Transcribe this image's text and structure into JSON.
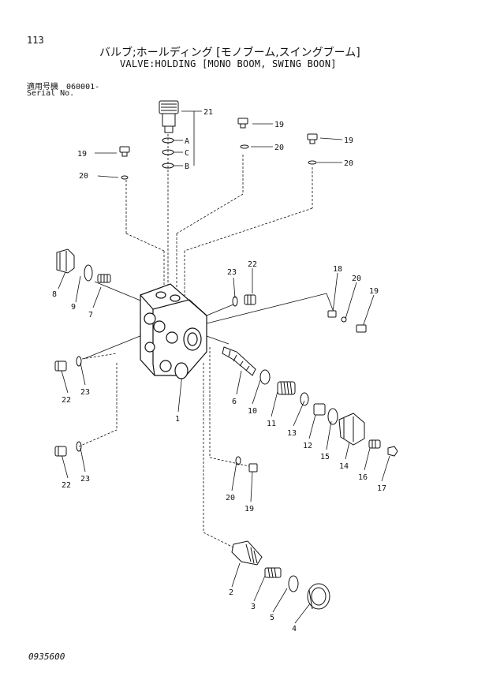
{
  "header": {
    "page_number": "113",
    "title_jp": "バルブ;ホールディング [モノブーム,スイングブーム]",
    "title_en": "VALVE:HOLDING [MONO BOOM, SWING BOON]",
    "serial_label_jp": "適用号機",
    "serial_label_en": "Serial No.",
    "serial_value": "060001-"
  },
  "footer": {
    "drawing_number": "0935600"
  },
  "callouts": [
    {
      "id": "c21",
      "text": "21"
    },
    {
      "id": "cA",
      "text": "A"
    },
    {
      "id": "cC",
      "text": "C"
    },
    {
      "id": "cB",
      "text": "B"
    },
    {
      "id": "c19a",
      "text": "19"
    },
    {
      "id": "c20a",
      "text": "20"
    },
    {
      "id": "c19b",
      "text": "19"
    },
    {
      "id": "c20b",
      "text": "20"
    },
    {
      "id": "c19c",
      "text": "19"
    },
    {
      "id": "c20c",
      "text": "20"
    },
    {
      "id": "c8",
      "text": "8"
    },
    {
      "id": "c9",
      "text": "9"
    },
    {
      "id": "c7",
      "text": "7"
    },
    {
      "id": "c23a",
      "text": "23"
    },
    {
      "id": "c22a",
      "text": "22"
    },
    {
      "id": "c18",
      "text": "18"
    },
    {
      "id": "c20d",
      "text": "20"
    },
    {
      "id": "c19d",
      "text": "19"
    },
    {
      "id": "c22b",
      "text": "22"
    },
    {
      "id": "c23b",
      "text": "23"
    },
    {
      "id": "c6",
      "text": "6"
    },
    {
      "id": "c10",
      "text": "10"
    },
    {
      "id": "c11",
      "text": "11"
    },
    {
      "id": "c13",
      "text": "13"
    },
    {
      "id": "c12",
      "text": "12"
    },
    {
      "id": "c15",
      "text": "15"
    },
    {
      "id": "c14",
      "text": "14"
    },
    {
      "id": "c16",
      "text": "16"
    },
    {
      "id": "c17",
      "text": "17"
    },
    {
      "id": "c1",
      "text": "1"
    },
    {
      "id": "c22c",
      "text": "22"
    },
    {
      "id": "c23c",
      "text": "23"
    },
    {
      "id": "c20e",
      "text": "20"
    },
    {
      "id": "c19e",
      "text": "19"
    },
    {
      "id": "c2",
      "text": "2"
    },
    {
      "id": "c3",
      "text": "3"
    },
    {
      "id": "c5",
      "text": "5"
    },
    {
      "id": "c4",
      "text": "4"
    }
  ]
}
